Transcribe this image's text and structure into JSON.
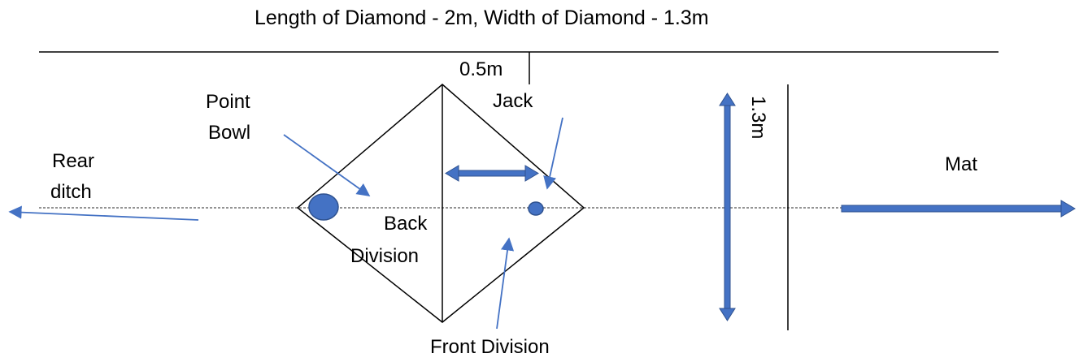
{
  "title": "Length of Diamond - 2m, Width of Diamond - 1.3m",
  "labels": {
    "half_meter": "0.5m",
    "jack": "Jack",
    "point_bowl_line1": "Point",
    "point_bowl_line2": "Bowl",
    "rear_ditch_line1": "Rear",
    "rear_ditch_line2": "ditch",
    "back_division_line1": "Back",
    "back_division_line2": "Division",
    "front_division": "Front Division",
    "width": "1.3m",
    "mat": "Mat"
  },
  "colors": {
    "line": "#000000",
    "accent": "#4472C4",
    "accent_dark": "#2F528F"
  }
}
